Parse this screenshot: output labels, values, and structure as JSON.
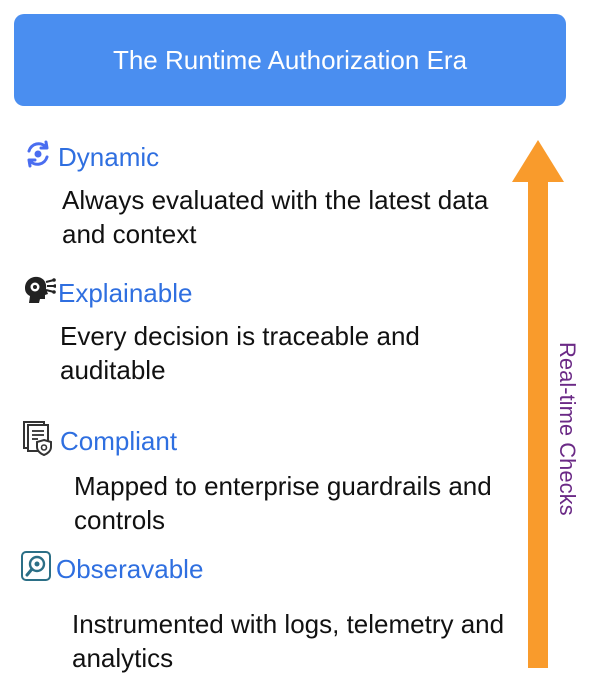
{
  "banner": {
    "title": "The Runtime Authorization Era"
  },
  "features": [
    {
      "icon": "refresh-cycle-icon",
      "title": "Dynamic",
      "description": "Always evaluated with the latest data and context"
    },
    {
      "icon": "ai-head-icon",
      "title": "Explainable",
      "description": "Every decision is traceable and auditable"
    },
    {
      "icon": "document-shield-icon",
      "title": "Compliant",
      "description": "Mapped to enterprise guardrails and controls"
    },
    {
      "icon": "magnifier-icon",
      "title": "Obseravable",
      "description": "Instrumented with logs, telemetry and analytics"
    }
  ],
  "side_arrow": {
    "label": "Real-time Checks",
    "color": "#f99b2c",
    "label_color": "#6b2a86"
  },
  "colors": {
    "banner": "#4a8ef0",
    "feature_title": "#2f6fe0"
  }
}
